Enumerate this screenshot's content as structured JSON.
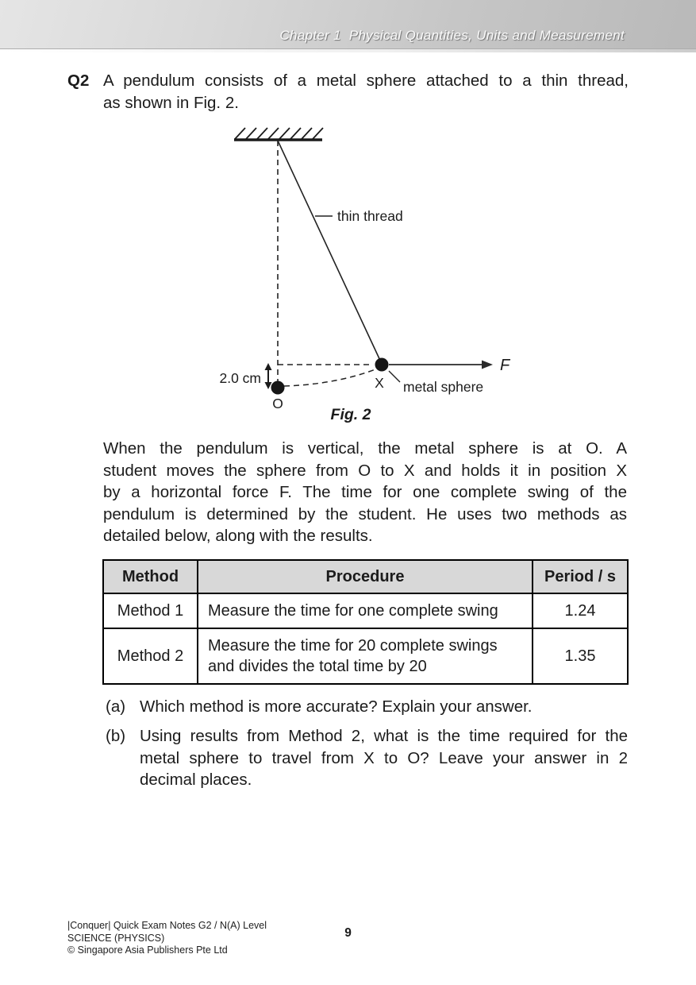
{
  "header": {
    "chapter_title": "Chapter 1  Physical Quantities, Units and Measurement"
  },
  "question": {
    "number": "Q2",
    "intro_lines": [
      "A pendulum consists of a metal sphere attached to a thin thread,",
      "as shown in Fig. 2."
    ],
    "body_lines": [
      "When the pendulum is vertical, the metal sphere is at O. A",
      "student moves the sphere from O to X and holds it in position X",
      "by a horizontal force F. The time for one complete swing of the",
      "pendulum is determined by the student. He uses two methods as",
      "detailed below, along with the results."
    ],
    "parts": [
      {
        "label": "(a)",
        "lines": [
          "Which method is more accurate? Explain your answer."
        ]
      },
      {
        "label": "(b)",
        "lines": [
          "Using results from Method 2, what is the time required for the",
          "metal sphere to travel from X to O? Leave your answer in 2",
          "decimal places."
        ]
      }
    ]
  },
  "figure": {
    "caption": "Fig. 2",
    "labels": {
      "thin_thread": "thin thread",
      "metal_sphere": "metal sphere",
      "force": "F",
      "x_point": "X",
      "o_point": "O",
      "distance": "2.0 cm"
    }
  },
  "table": {
    "headers": [
      "Method",
      "Procedure",
      "Period / s"
    ],
    "rows": [
      {
        "method": "Method 1",
        "procedure": "Measure the time for one complete swing",
        "period": "1.24"
      },
      {
        "method": "Method 2",
        "procedure": "Measure the time for 20 complete swings and divides the total time by 20",
        "period": "1.35"
      }
    ]
  },
  "footer": {
    "lines": [
      "|Conquer| Quick Exam Notes G2 / N(A) Level",
      "SCIENCE (PHYSICS)",
      "© Singapore Asia Publishers Pte Ltd"
    ],
    "page_number": "9"
  },
  "colors": {
    "table_header_bg": "#d8d8d8",
    "banner_from": "#e5e5e5",
    "banner_to": "#b9b9b9",
    "ink": "#1b1b1b"
  }
}
